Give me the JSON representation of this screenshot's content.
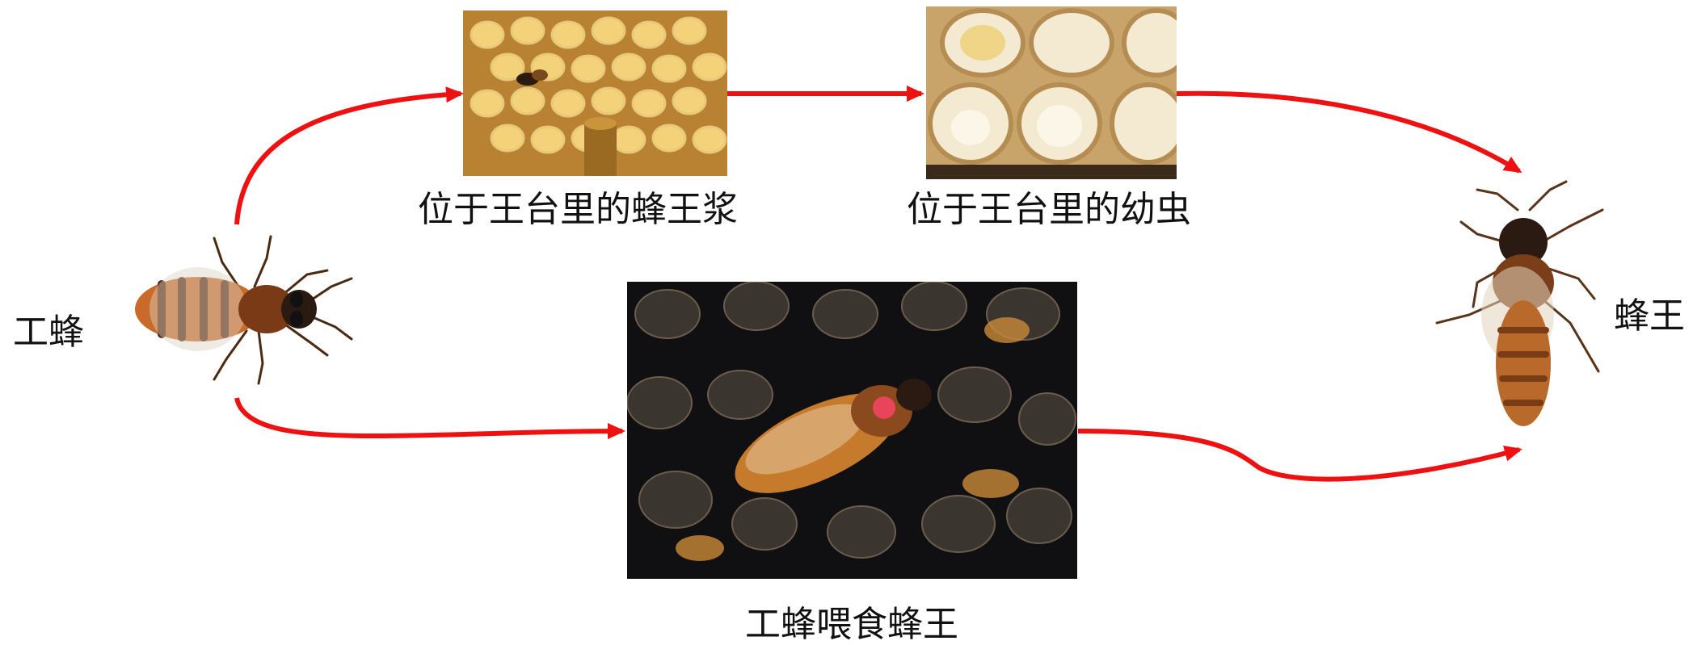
{
  "labels": {
    "worker_bee": "工蜂",
    "queen_bee": "蜂王",
    "royal_jelly": "位于王台里的蜂王浆",
    "larva": "位于王台里的幼虫",
    "feeding": "工蜂喂食蜂王"
  },
  "colors": {
    "arrow": "#ee1111"
  }
}
